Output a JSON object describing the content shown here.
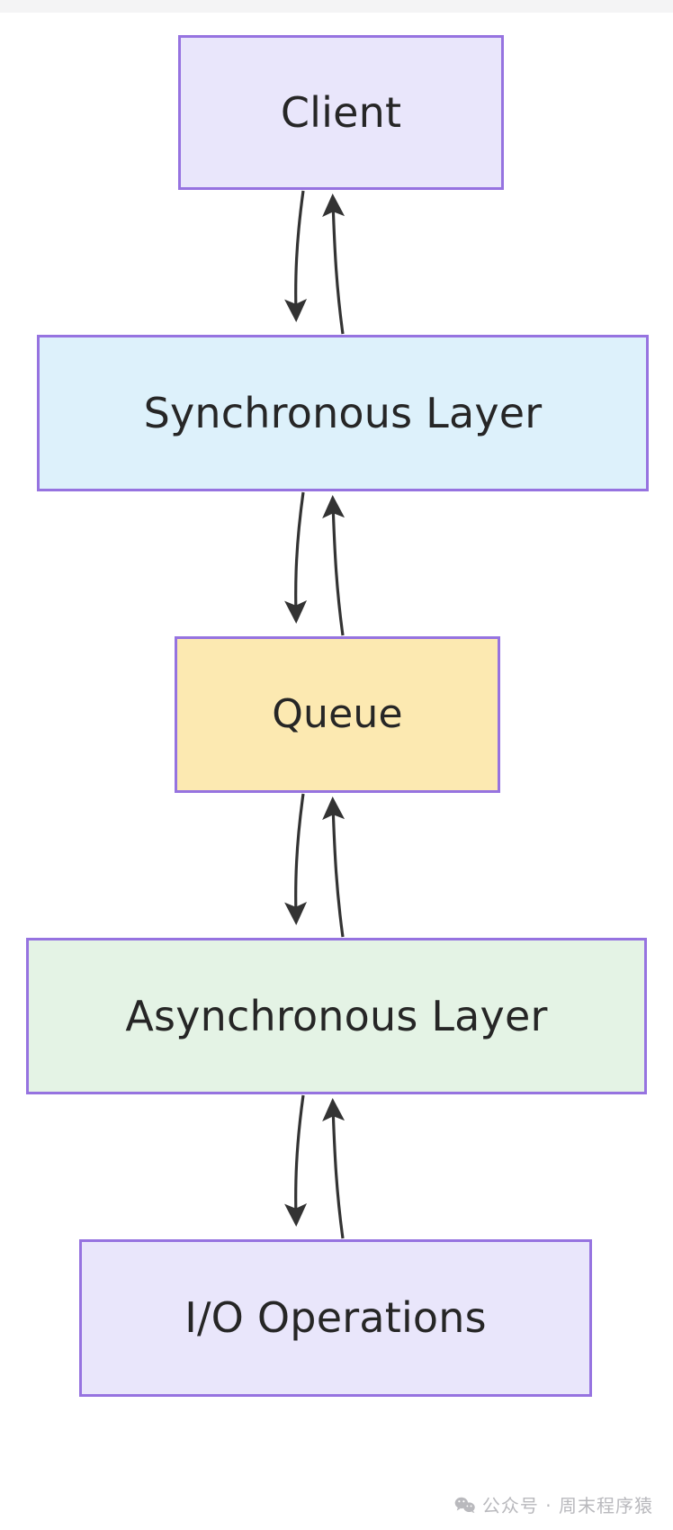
{
  "diagram": {
    "type": "flowchart",
    "direction": "top-to-bottom",
    "background": "#ffffff",
    "node_border_color": "#9673e0",
    "edge_color": "#333333",
    "nodes": [
      {
        "id": "client",
        "label": "Client",
        "fill": "#e9e6fb"
      },
      {
        "id": "sync",
        "label": "Synchronous Layer",
        "fill": "#ddf1fb"
      },
      {
        "id": "queue",
        "label": "Queue",
        "fill": "#fce9b1"
      },
      {
        "id": "async",
        "label": "Asynchronous Layer",
        "fill": "#e4f3e5"
      },
      {
        "id": "io",
        "label": "I/O Operations",
        "fill": "#e9e6fb"
      }
    ],
    "edges": [
      {
        "from": "client",
        "to": "sync",
        "label": "",
        "arrow": "down"
      },
      {
        "from": "sync",
        "to": "client",
        "label": "",
        "arrow": "up"
      },
      {
        "from": "sync",
        "to": "queue",
        "label": "",
        "arrow": "down"
      },
      {
        "from": "queue",
        "to": "sync",
        "label": "",
        "arrow": "up"
      },
      {
        "from": "queue",
        "to": "async",
        "label": "",
        "arrow": "down"
      },
      {
        "from": "async",
        "to": "queue",
        "label": "",
        "arrow": "up"
      },
      {
        "from": "async",
        "to": "io",
        "label": "",
        "arrow": "down"
      },
      {
        "from": "io",
        "to": "async",
        "label": "",
        "arrow": "up"
      }
    ]
  },
  "watermark": {
    "icon": "wechat-icon",
    "text": "公众号 · 周末程序猿",
    "color": "#b9b9bd"
  }
}
